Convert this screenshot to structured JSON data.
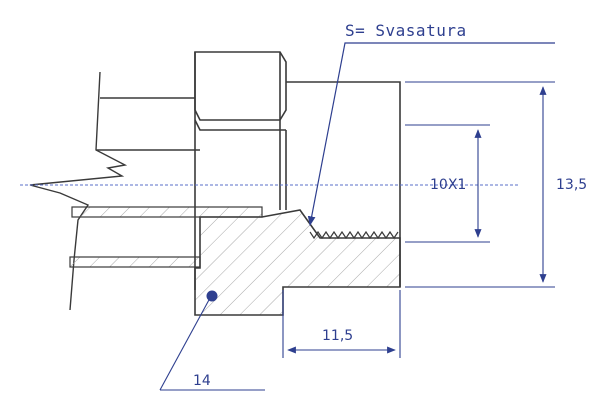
{
  "drawing": {
    "flare_label": "S= Svasatura",
    "dim_inner": "10X1",
    "dim_outer": "13,5",
    "dim_length": "11,5",
    "callout_size": "14"
  },
  "colors": {
    "outline": "#3a3a3a",
    "dimension": "#2e3f8f",
    "hatch": "#9a9a9a",
    "centerline": "#5a6fc8"
  }
}
